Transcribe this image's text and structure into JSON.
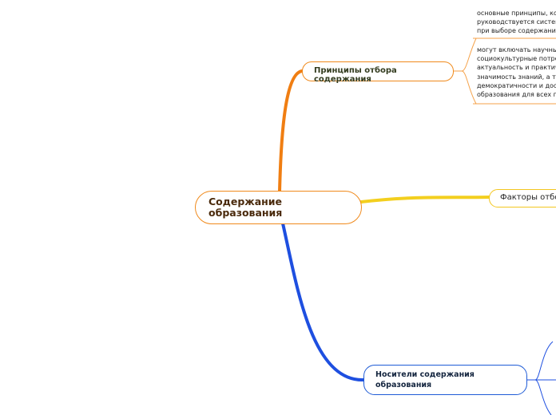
{
  "mindmap": {
    "root": {
      "label": "Содержание образования",
      "color": "#f08a1c"
    },
    "branches": [
      {
        "label": "Принципы отбора содержания",
        "color": "#f07e12",
        "notes": [
          "основные принципы, ко\nруководствуется систем\nпри выборе содержани",
          "могут включать научны\nсоциокультурные потре\nактуальность и практич\nзначимость знаний, а та\nдемократичности и дост\nобразования для всех п"
        ]
      },
      {
        "label": "Факторы отбо",
        "color": "#f3cf1e"
      },
      {
        "label": "Носители содержания образования",
        "color": "#1e4fe0"
      }
    ]
  }
}
